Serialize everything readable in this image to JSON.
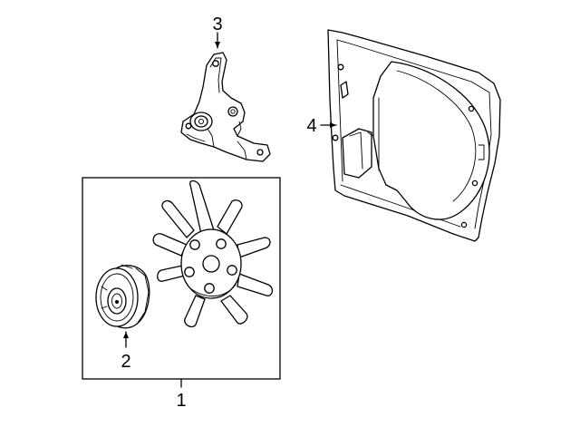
{
  "callouts": {
    "fan_assembly": "1",
    "fan_clutch": "2",
    "bracket": "3",
    "fan_shroud": "4"
  }
}
